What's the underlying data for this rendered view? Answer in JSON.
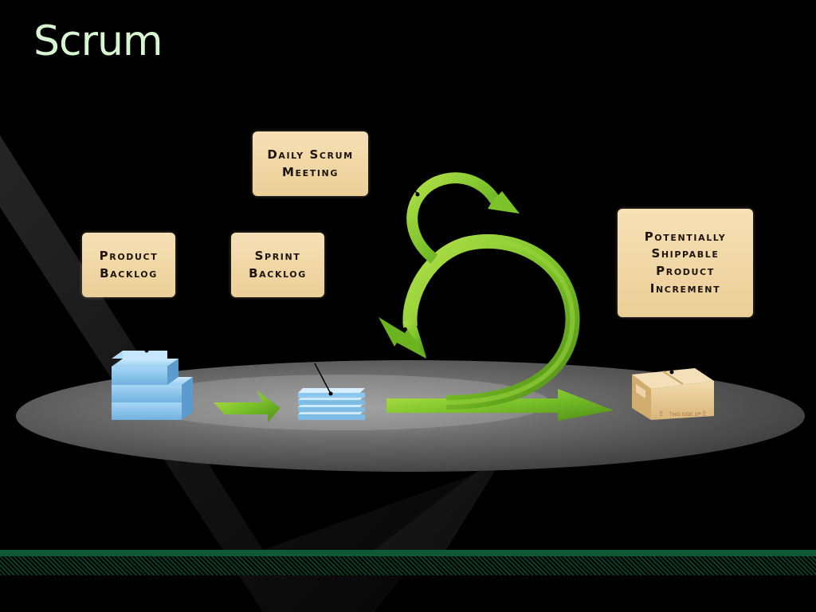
{
  "slide": {
    "title": "Scrum"
  },
  "diagram": {
    "labels": {
      "daily_scrum": [
        "Daily Scrum",
        "Meeting"
      ],
      "product_backlog": [
        "Product",
        "Backlog"
      ],
      "sprint_backlog": [
        "Sprint",
        "Backlog"
      ],
      "increment": [
        "Potentially",
        "Shippable",
        "Product",
        "Increment"
      ]
    },
    "box_stamp": "THIS SIDE UP",
    "colors": {
      "title": "#d6f5d0",
      "label_fill": "#f2d9a8",
      "arrow_green": "#7cc22a",
      "backlog_blue": "#8cc8ee",
      "box_tan": "#e9c98f",
      "footer_green": "#0e5a36"
    }
  }
}
